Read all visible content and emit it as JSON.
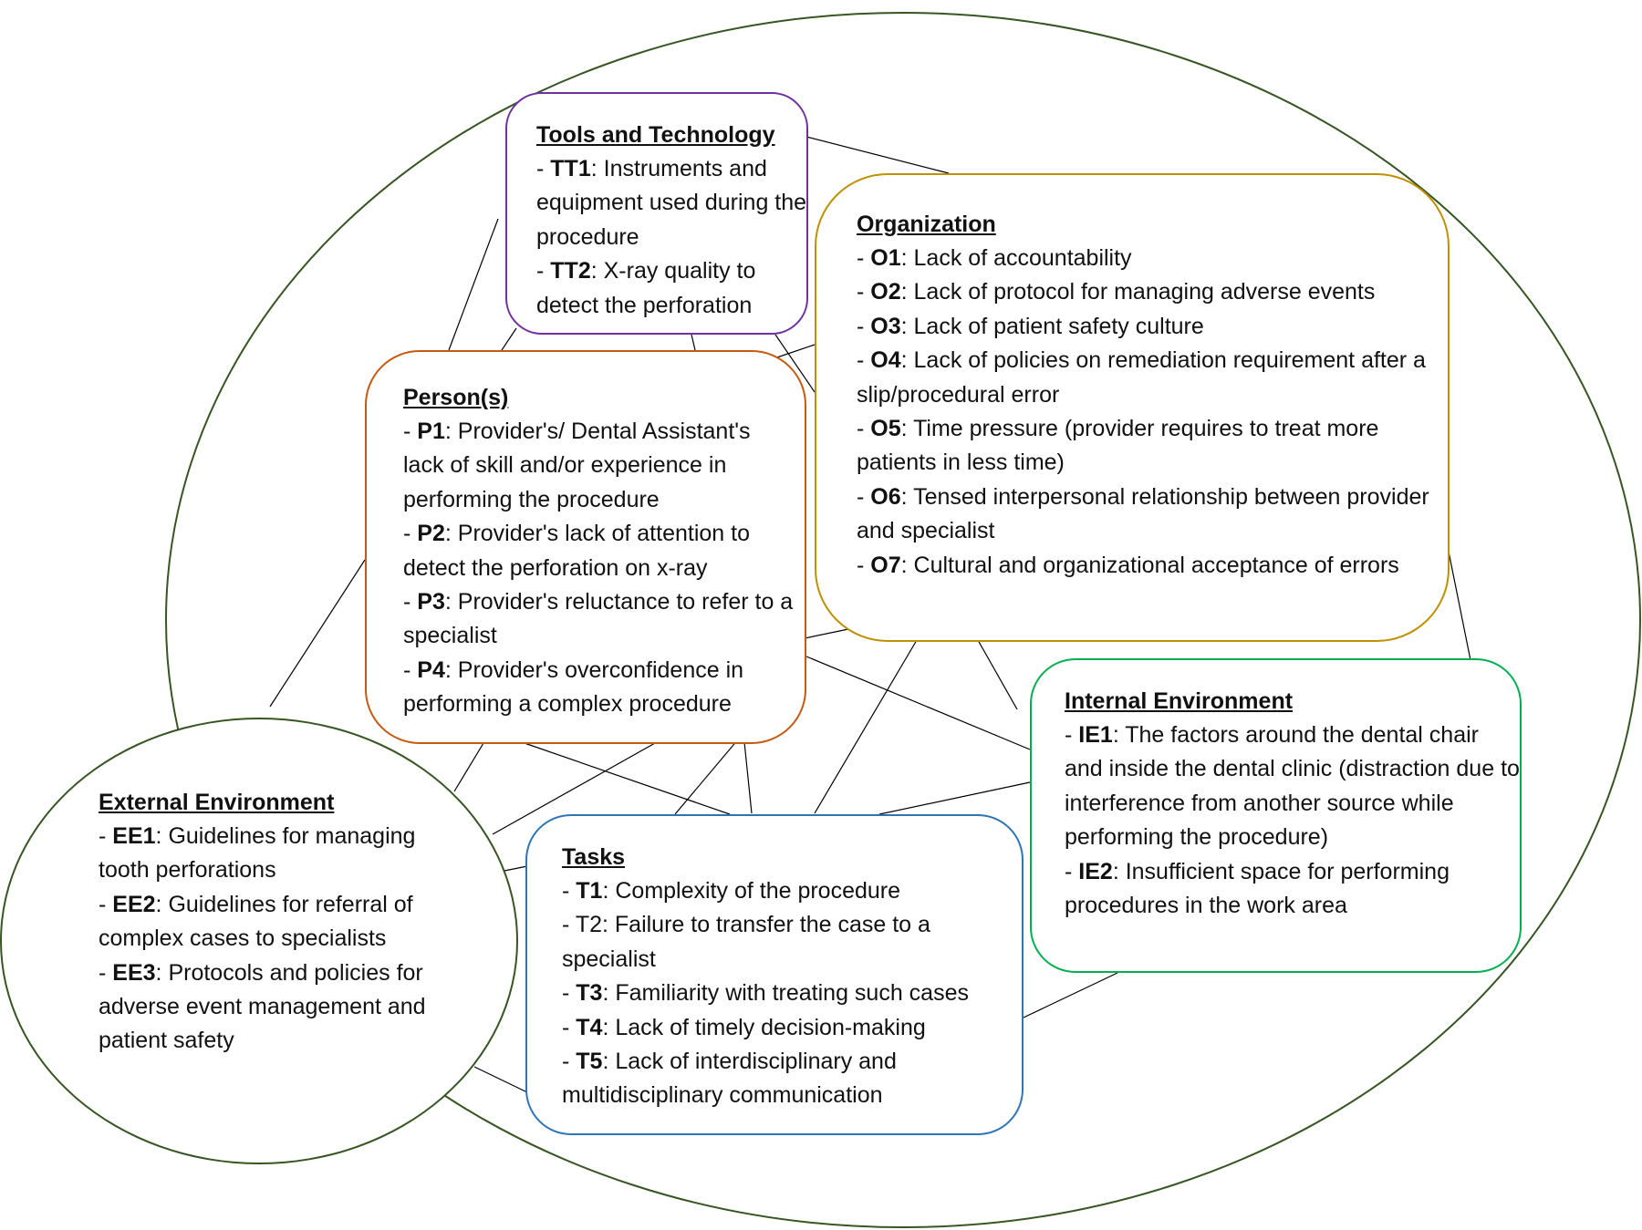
{
  "colors": {
    "outer_ellipse": "#375623",
    "connector": "#000000",
    "tools_border": "#7030a0",
    "organization_border": "#bf9000",
    "person_border": "#c55a11",
    "internal_border": "#00b050",
    "tasks_border": "#2e75b6",
    "external_border": "#375623"
  },
  "tools": {
    "heading": "Tools and Technology",
    "items": [
      {
        "prefix": "- ",
        "code": "TT1",
        "text": ": Instruments and equipment used during the procedure"
      },
      {
        "prefix": "- ",
        "code": "TT2",
        "text": ": X-ray quality to detect the perforation"
      }
    ]
  },
  "organization": {
    "heading": "Organization",
    "items": [
      {
        "prefix": "- ",
        "code": "O1",
        "text": ": Lack of accountability"
      },
      {
        "prefix": "- ",
        "code": "O2",
        "text": ": Lack of protocol for managing adverse events"
      },
      {
        "prefix": "- ",
        "code": "O3",
        "text": ": Lack of patient safety culture"
      },
      {
        "prefix": "- ",
        "code": "O4",
        "text": ": Lack of policies on remediation requirement after a slip/procedural error"
      },
      {
        "prefix": "- ",
        "code": "O5",
        "text": ": Time pressure (provider requires to treat more patients in less time)"
      },
      {
        "prefix": "- ",
        "code": "O6",
        "text": ": Tensed interpersonal relationship between provider and specialist"
      },
      {
        "prefix": "- ",
        "code": "O7",
        "text": ": Cultural and organizational acceptance of errors"
      }
    ]
  },
  "person": {
    "heading": "Person(s)",
    "items": [
      {
        "prefix": "- ",
        "code": "P1",
        "text": ": Provider's/ Dental Assistant's lack of skill and/or experience in performing the procedure"
      },
      {
        "prefix": "- ",
        "code": "P2",
        "text": ": Provider's lack of attention to detect the perforation on x-ray"
      },
      {
        "prefix": "- ",
        "code": "P3",
        "text": ": Provider's reluctance to refer to a specialist"
      },
      {
        "prefix": "- ",
        "code": "P4",
        "text": ": Provider's overconfidence in performing a complex procedure"
      }
    ]
  },
  "internal": {
    "heading": "Internal Environment",
    "items": [
      {
        "prefix": "- ",
        "code": "IE1",
        "text": ": The factors around the dental chair and inside the dental clinic (distraction due to interference from another source while performing the procedure)"
      },
      {
        "prefix": "- ",
        "code": "IE2",
        "text": ": Insufficient space for performing procedures in the work area"
      }
    ]
  },
  "tasks": {
    "heading": "Tasks",
    "items": [
      {
        "prefix": "- ",
        "code": "T1",
        "text": ": Complexity of the procedure"
      },
      {
        "prefix": "- ",
        "code": "",
        "text": "T2: Failure to transfer the case to a specialist"
      },
      {
        "prefix": "- ",
        "code": "T3",
        "text": ": Familiarity with treating such cases"
      },
      {
        "prefix": "- ",
        "code": "T4",
        "text": ": Lack of timely decision-making"
      },
      {
        "prefix": "- ",
        "code": "T5",
        "text": ": Lack of interdisciplinary and multidisciplinary communication"
      }
    ]
  },
  "external": {
    "heading": "External Environment",
    "items": [
      {
        "prefix": "- ",
        "code": "EE1",
        "text": ": Guidelines for managing tooth perforations"
      },
      {
        "prefix": "- ",
        "code": "EE2",
        "text": ": Guidelines for referral of complex cases to specialists"
      },
      {
        "prefix": "- ",
        "code": "EE3",
        "text": ": Protocols and policies for adverse event management and patient safety"
      }
    ]
  }
}
